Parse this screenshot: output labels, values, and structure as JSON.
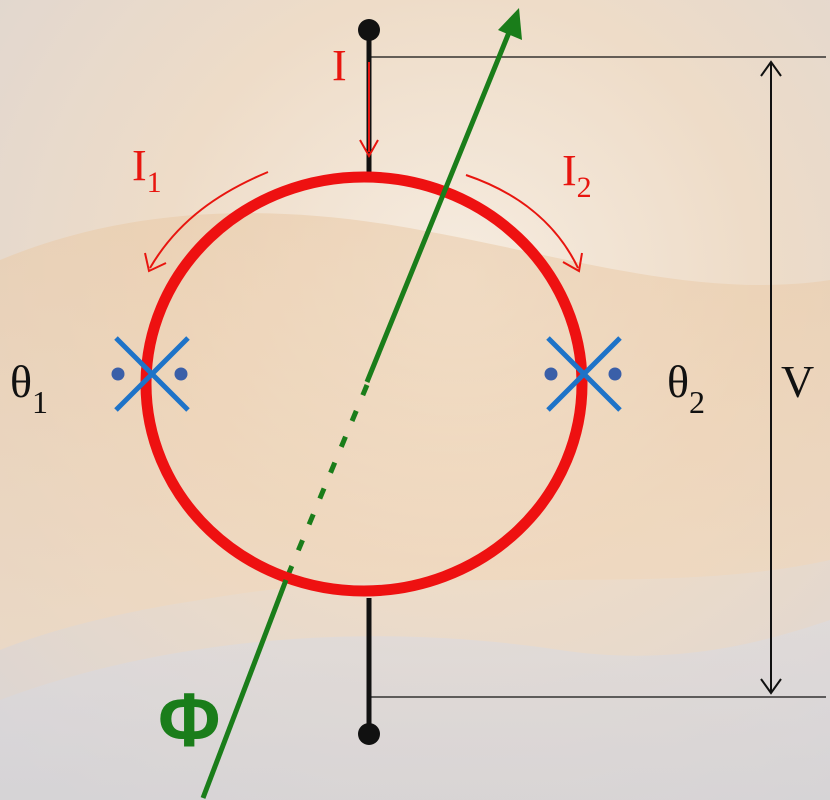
{
  "labels": {
    "current_total": "I",
    "current_left": "I",
    "current_left_sub": "1",
    "current_right": "I",
    "current_right_sub": "2",
    "phase_left": "θ",
    "phase_left_sub": "1",
    "phase_right": "θ",
    "phase_right_sub": "2",
    "voltage": "V",
    "flux": "Φ"
  },
  "colors": {
    "ring": "#ee1111",
    "current_text": "#e8150f",
    "junction": "#1e73c8",
    "junction_dot": "#3a5fa8",
    "flux": "#1a7d1a",
    "wire": "#111111",
    "text": "#111111"
  }
}
